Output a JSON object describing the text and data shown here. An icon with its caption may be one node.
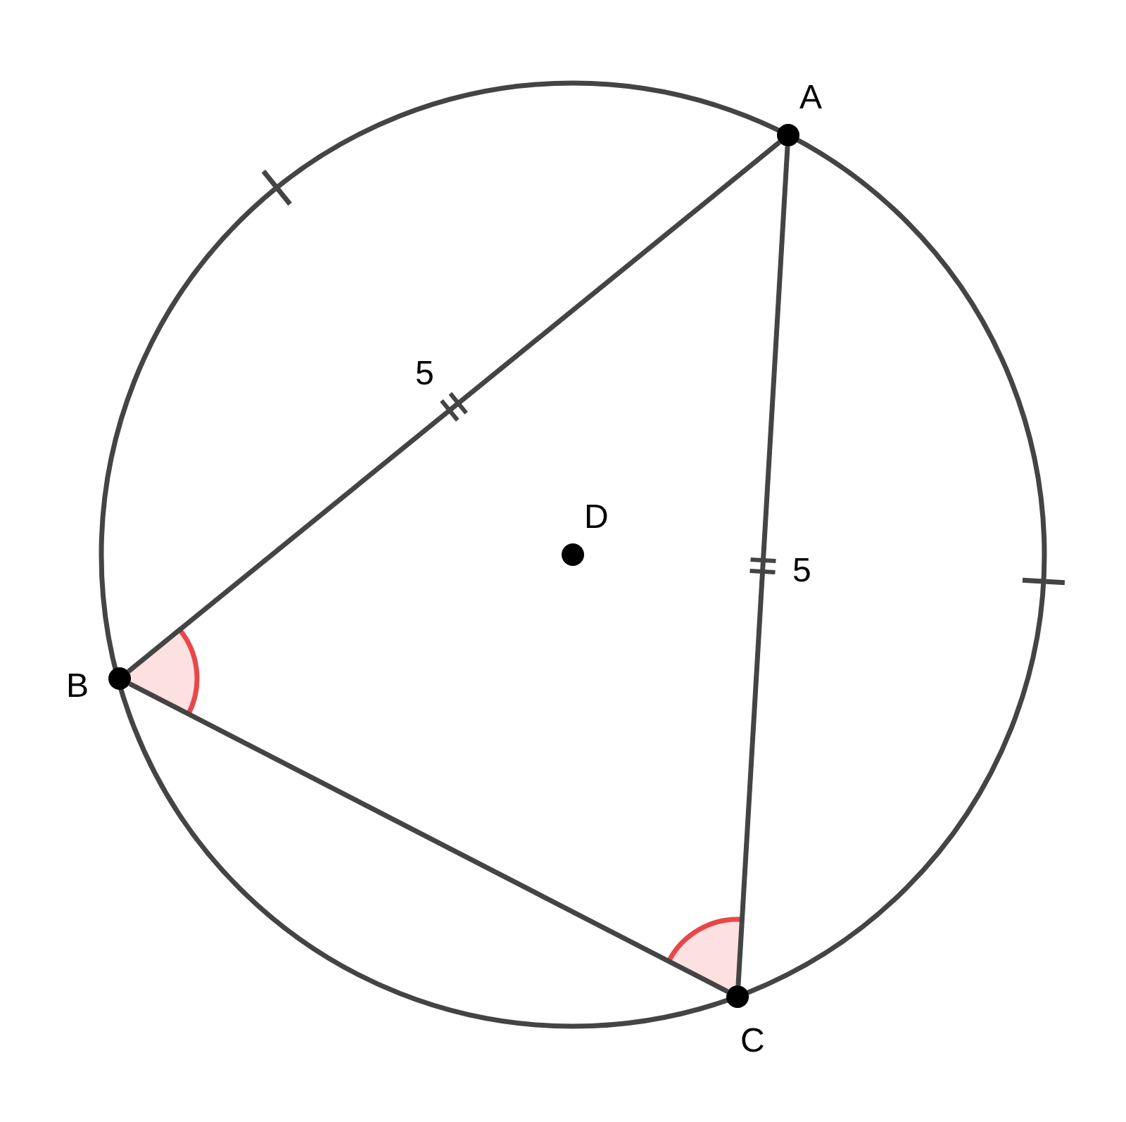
{
  "diagram": {
    "nodes": [
      {
        "text": [
          "A"
        ]
      },
      {
        "text": [
          "B"
        ]
      },
      {
        "text": [
          "C"
        ]
      },
      {
        "text": [
          "D"
        ]
      }
    ],
    "edges": [
      {
        "from": 0,
        "to": 1,
        "arrow": "none",
        "label": "5"
      },
      {
        "from": 0,
        "to": 2,
        "arrow": "none",
        "label": "5"
      },
      {
        "from": 1,
        "to": 2,
        "arrow": "none"
      }
    ]
  }
}
